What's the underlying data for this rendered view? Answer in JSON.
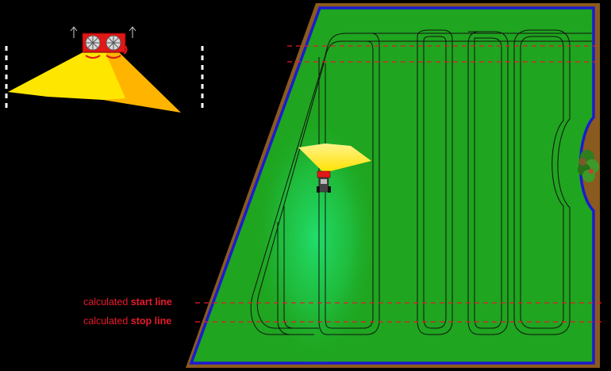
{
  "labels": {
    "start_prefix": "calculated",
    "start_bold": "start line",
    "stop_prefix": "calculated",
    "stop_bold": "stop line"
  },
  "colors": {
    "background": "#000000",
    "field_fill": "#1fa51f",
    "field_border": "#1b1bd0",
    "soil": "#8b5a1e",
    "spray_yellow": "#ffe600",
    "spray_orange": "#ffb400",
    "dashed_line": "#e8192c",
    "path_line": "#000000",
    "machine_red": "#e01818",
    "tree": "#2e7d1e"
  },
  "icons": [
    "spreader-top-view-icon",
    "tractor-icon",
    "tree-icon",
    "direction-arrow-icon"
  ]
}
